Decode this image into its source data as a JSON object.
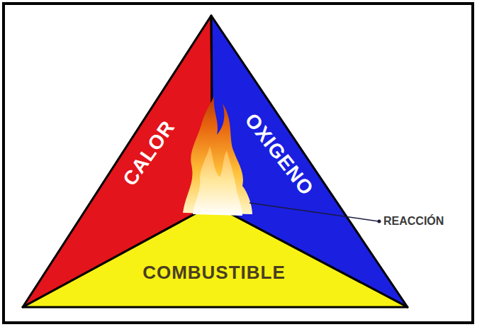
{
  "diagram": {
    "nodes": [
      {
        "text": [
          "CALOR"
        ]
      },
      {
        "text": [
          "OXIGENO"
        ]
      },
      {
        "text": [
          "COMBUSTIBLE"
        ]
      }
    ],
    "labels": [
      "REACCIÓN"
    ]
  }
}
